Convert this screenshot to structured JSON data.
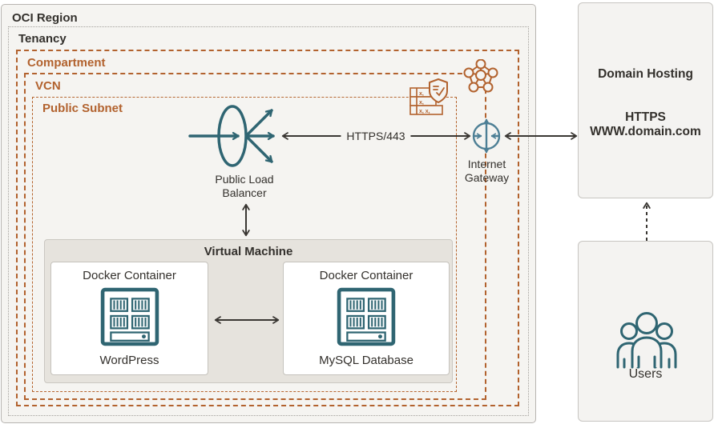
{
  "colors": {
    "accent_orange": "#b2622e",
    "icon_teal": "#2f6572",
    "gateway_blue": "#4d7f95",
    "arrow_dark": "#3a3733",
    "panel_background": "#f5f4f1"
  },
  "boundaries": {
    "oci_region": {
      "label": "OCI Region"
    },
    "tenancy": {
      "label": "Tenancy"
    },
    "compartment": {
      "label": "Compartment"
    },
    "vcn": {
      "label": "VCN"
    },
    "public_subnet": {
      "label": "Public Subnet"
    }
  },
  "nodes": {
    "load_balancer": {
      "icon": "load-balancer-icon",
      "label_line1": "Public Load",
      "label_line2": "Balancer"
    },
    "internet_gateway": {
      "icon": "internet-gateway-icon",
      "label_line1": "Internet",
      "label_line2": "Gateway"
    },
    "vcn_marker": {
      "icon": "vcn-network-icon"
    },
    "security_list": {
      "icon": "security-list-icon"
    },
    "virtual_machine": {
      "title": "Virtual Machine"
    },
    "containers": [
      {
        "title": "Docker Container",
        "app": "WordPress",
        "icon": "docker-container-icon"
      },
      {
        "title": "Docker Container",
        "app": "MySQL Database",
        "icon": "docker-container-icon"
      }
    ],
    "domain_hosting": {
      "title": "Domain Hosting",
      "protocol": "HTTPS",
      "url": "WWW.domain.com"
    },
    "users": {
      "label": "Users",
      "icon": "users-icon"
    }
  },
  "edges": {
    "lb_to_gateway": {
      "label": "HTTPS/443"
    }
  }
}
